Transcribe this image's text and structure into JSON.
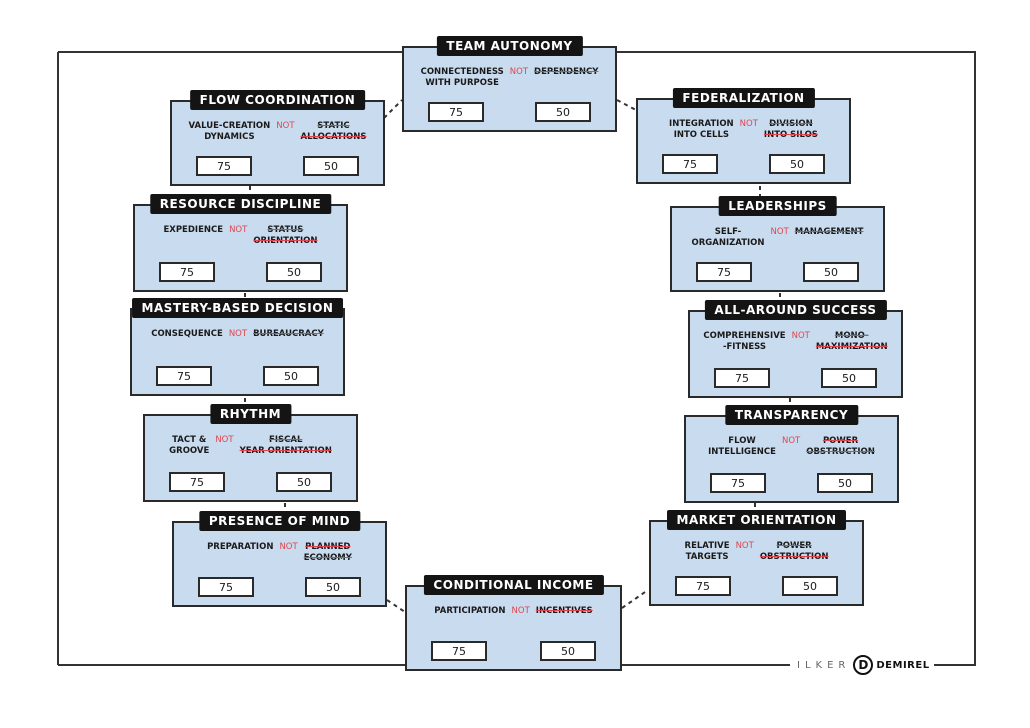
{
  "cards": [
    {
      "id": "team-autonomy",
      "title": "TEAM AUTONOMY",
      "left": "CONNECTEDNESS\nWITH PURPOSE",
      "not": "NOT",
      "right": "DEPENDENCY",
      "score_a": "75",
      "score_b": "50"
    },
    {
      "id": "flow-coordination",
      "title": "FLOW COORDINATION",
      "left": "VALUE-CREATION\nDYNAMICS",
      "not": "NOT",
      "right": "STATIC\nALLOCATIONS",
      "score_a": "75",
      "score_b": "50"
    },
    {
      "id": "federalization",
      "title": "FEDERALIZATION",
      "left": "INTEGRATION\nINTO CELLS",
      "not": "NOT",
      "right": "DIVISION\nINTO SILOS",
      "score_a": "75",
      "score_b": "50"
    },
    {
      "id": "resource-discipline",
      "title": "RESOURCE DISCIPLINE",
      "left": "EXPEDIENCE",
      "not": "NOT",
      "right": "STATUS\nORIENTATION",
      "score_a": "75",
      "score_b": "50"
    },
    {
      "id": "leaderships",
      "title": "LEADERSHIPS",
      "left": "SELF-\nORGANIZATION",
      "not": "NOT",
      "right": "MANAGEMENT",
      "score_a": "75",
      "score_b": "50"
    },
    {
      "id": "mastery-based-decision",
      "title": "MASTERY-BASED DECISION",
      "left": "CONSEQUENCE",
      "not": "NOT",
      "right": "BUREAUCRACY",
      "score_a": "75",
      "score_b": "50"
    },
    {
      "id": "all-around-success",
      "title": "ALL-AROUND SUCCESS",
      "left": "COMPREHENSIVE\n-FITNESS",
      "not": "NOT",
      "right": "MONO-\nMAXIMIZATION",
      "score_a": "75",
      "score_b": "50"
    },
    {
      "id": "rhythm",
      "title": "RHYTHM",
      "left": "TACT &\nGROOVE",
      "not": "NOT",
      "right": "FISCAL\nYEAR ORIENTATION",
      "score_a": "75",
      "score_b": "50"
    },
    {
      "id": "transparency",
      "title": "TRANSPARENCY",
      "left": "FLOW\nINTELLIGENCE",
      "not": "NOT",
      "right": "POWER\nOBSTRUCTION",
      "score_a": "75",
      "score_b": "50"
    },
    {
      "id": "presence-of-mind",
      "title": "PRESENCE OF MIND",
      "left": "PREPARATION",
      "not": "NOT",
      "right": "PLANNED\nECONOMY",
      "score_a": "75",
      "score_b": "50"
    },
    {
      "id": "market-orientation",
      "title": "MARKET ORIENTATION",
      "left": "RELATIVE\nTARGETS",
      "not": "NOT",
      "right": "POWER\nOBSTRUCTION",
      "score_a": "75",
      "score_b": "50"
    },
    {
      "id": "conditional-income",
      "title": "CONDITIONAL INCOME",
      "left": "PARTICIPATION",
      "not": "NOT",
      "right": "INCENTIVES",
      "score_a": "75",
      "score_b": "50"
    }
  ],
  "logo": {
    "first": "ILKER",
    "mark": "D",
    "last": "DEMIREL"
  },
  "colors": {
    "card_fill": "#c9dcef",
    "title_bg": "#141414",
    "not_red": "#e0454f",
    "ink": "#2a2a2a"
  }
}
